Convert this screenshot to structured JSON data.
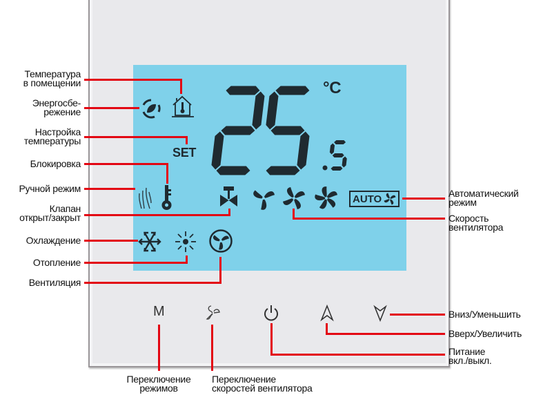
{
  "display": {
    "temperature_main": "25",
    "temperature_decimal": "5",
    "unit": "°C",
    "set_label": "SET",
    "auto_label": "AUTO"
  },
  "labels": {
    "room_temp": [
      "Температура",
      "в помещении"
    ],
    "energy_saving": [
      "Энергосбе-",
      "режение"
    ],
    "temp_setting": [
      "Настройка",
      "температуры"
    ],
    "lock": "Блокировка",
    "manual_mode": "Ручной режим",
    "valve": [
      "Клапан",
      "открыт/закрыт"
    ],
    "cooling": "Охлаждение",
    "heating": "Отопление",
    "ventilation": "Вентиляция",
    "auto_mode": [
      "Автоматический",
      "режим"
    ],
    "fan_speed": [
      "Скорость",
      "вентилятора"
    ],
    "down": "Вниз/Уменьшить",
    "up": "Вверх/Увеличить",
    "power": [
      "Питание",
      "вкл./выкл."
    ],
    "mode_switch": [
      "Переключение",
      "режимов"
    ],
    "fan_switch": [
      "Переключение",
      "скоростей вентилятора"
    ]
  },
  "buttons": {
    "mode": "M"
  },
  "colors": {
    "screen": "#7fd1ea",
    "callout": "#e30613",
    "segment": "#1f2a30"
  }
}
